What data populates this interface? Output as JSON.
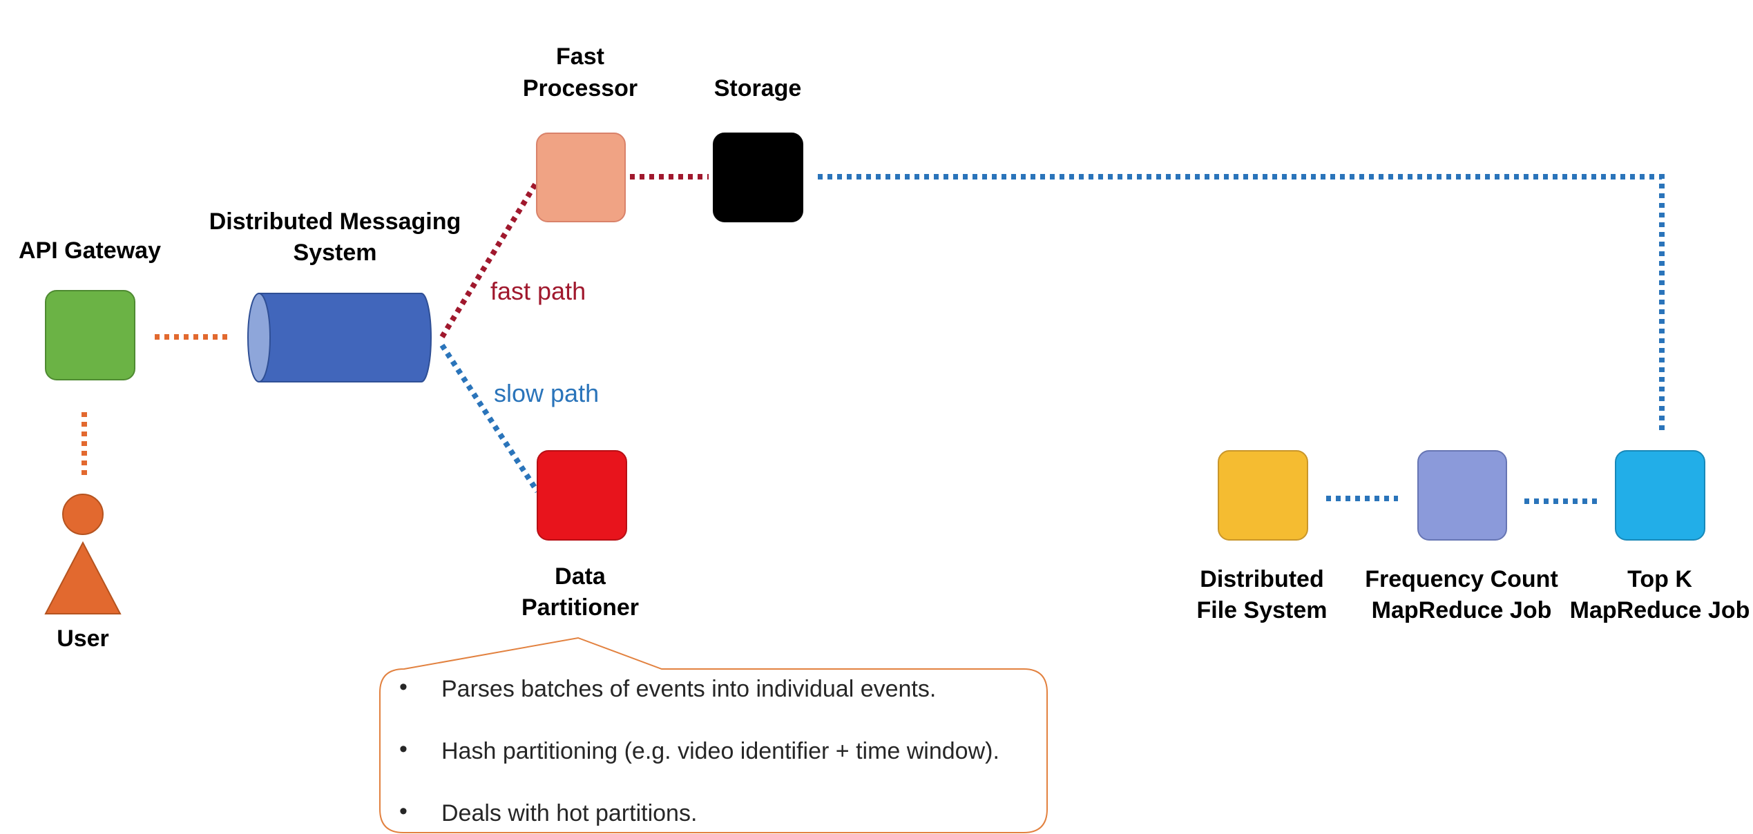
{
  "colors": {
    "api_gateway": "#6BB345",
    "user": "#E2692F",
    "user_link": "#E2692F",
    "messaging": "#4166BB",
    "messaging_cap": "#8EA6DA",
    "fast_processor": "#F0A384",
    "storage": "#000000",
    "data_partitioner": "#E8141C",
    "distributed_fs": "#F5BC31",
    "frequency_count": "#8B9ADA",
    "top_k": "#22AEE8",
    "fast_path": "#A0182D",
    "slow_path": "#2A74BA",
    "callout_border": "#E2813F"
  },
  "nodes": {
    "api_gateway": {
      "label": "API Gateway",
      "icon": "rounded-square"
    },
    "user": {
      "label": "User",
      "icon": "person-icon"
    },
    "messaging": {
      "label_line1": "Distributed Messaging",
      "label_line2": "System",
      "icon": "cylinder"
    },
    "fast_processor": {
      "label_line1": "Fast",
      "label_line2": "Processor",
      "icon": "rounded-square"
    },
    "storage": {
      "label": "Storage",
      "icon": "rounded-square"
    },
    "data_partitioner": {
      "label_line1": "Data",
      "label_line2": "Partitioner",
      "icon": "rounded-square"
    },
    "distributed_fs": {
      "label_line1": "Distributed",
      "label_line2": "File System",
      "icon": "rounded-square"
    },
    "frequency_count": {
      "label_line1": "Frequency Count",
      "label_line2": "MapReduce Job",
      "icon": "rounded-square"
    },
    "top_k": {
      "label_line1": "Top K",
      "label_line2": "MapReduce Job",
      "icon": "rounded-square"
    }
  },
  "edges": {
    "fast_path_label": "fast path",
    "slow_path_label": "slow path"
  },
  "callout": {
    "bullet": "•",
    "items": [
      "Parses batches of events into individual events.",
      "Hash partitioning (e.g. video identifier + time window).",
      "Deals with hot partitions."
    ]
  }
}
